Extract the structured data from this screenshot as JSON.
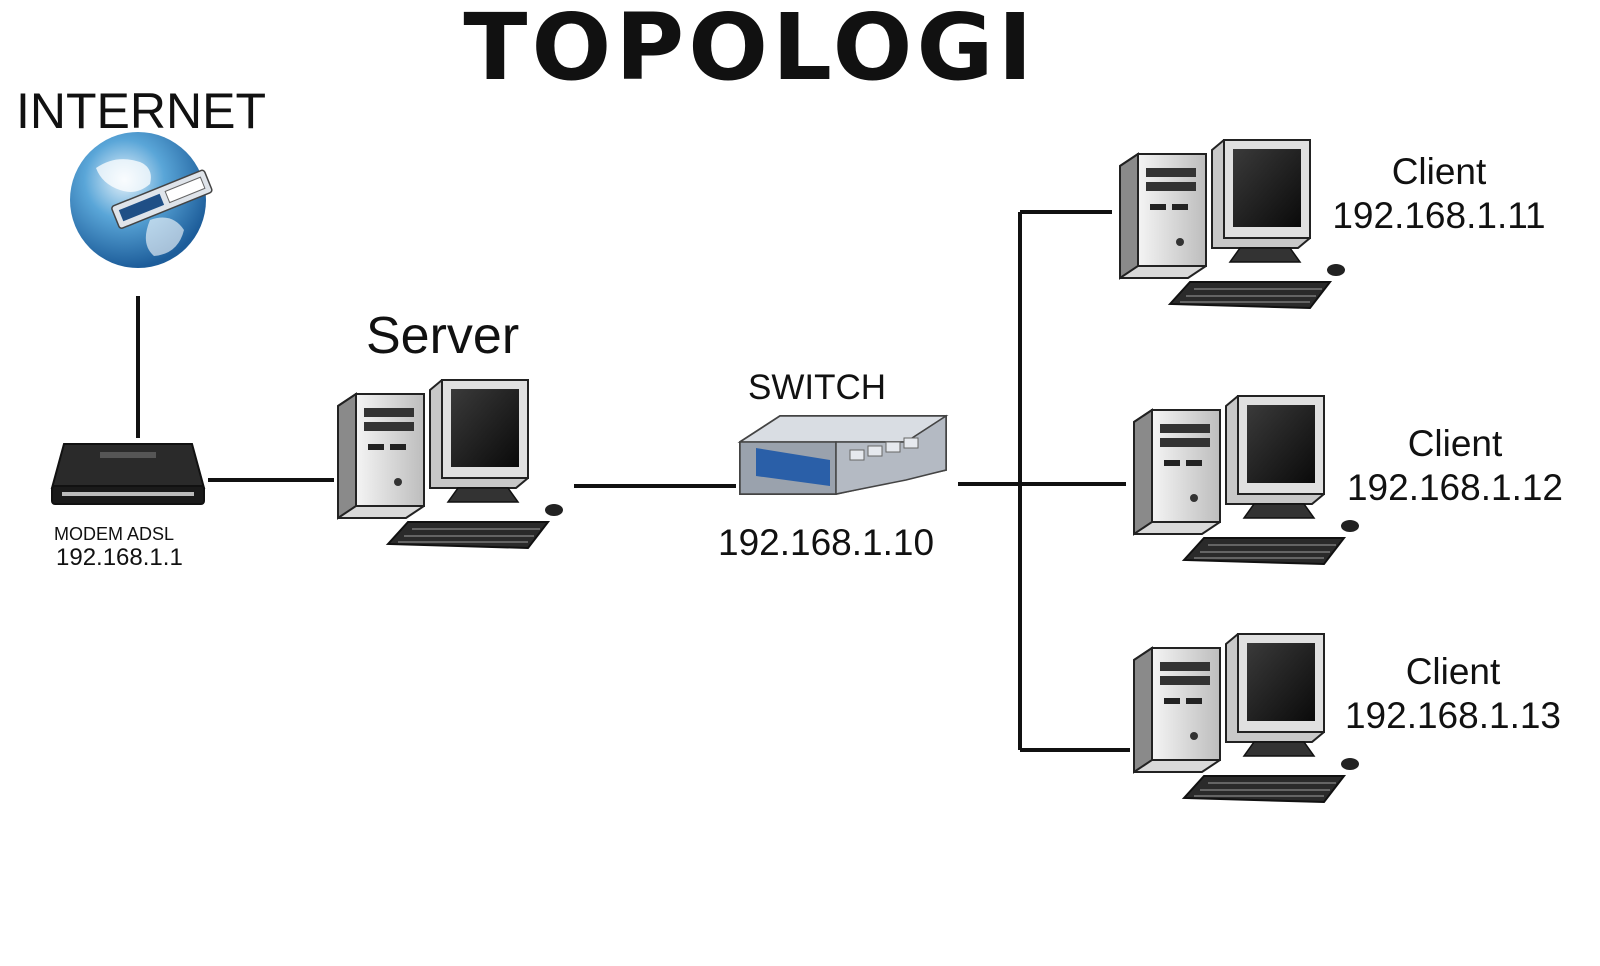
{
  "title": "TOPOLOGI",
  "internet": {
    "label": "INTERNET"
  },
  "modem": {
    "label": "MODEM ADSL",
    "ip": "192.168.1.1"
  },
  "server": {
    "label": "Server"
  },
  "switch": {
    "label": "SWITCH",
    "ip": "192.168.1.10"
  },
  "clients": [
    {
      "label": "Client",
      "ip": "192.168.1.11"
    },
    {
      "label": "Client",
      "ip": "192.168.1.12"
    },
    {
      "label": "Client",
      "ip": "192.168.1.13"
    }
  ],
  "colors": {
    "globe_blue": "#2f7fc1",
    "switch_blue": "#2a5fa8",
    "line": "#111111"
  },
  "icons": [
    "globe-icon",
    "modem-icon",
    "computer-icon",
    "switch-icon"
  ]
}
